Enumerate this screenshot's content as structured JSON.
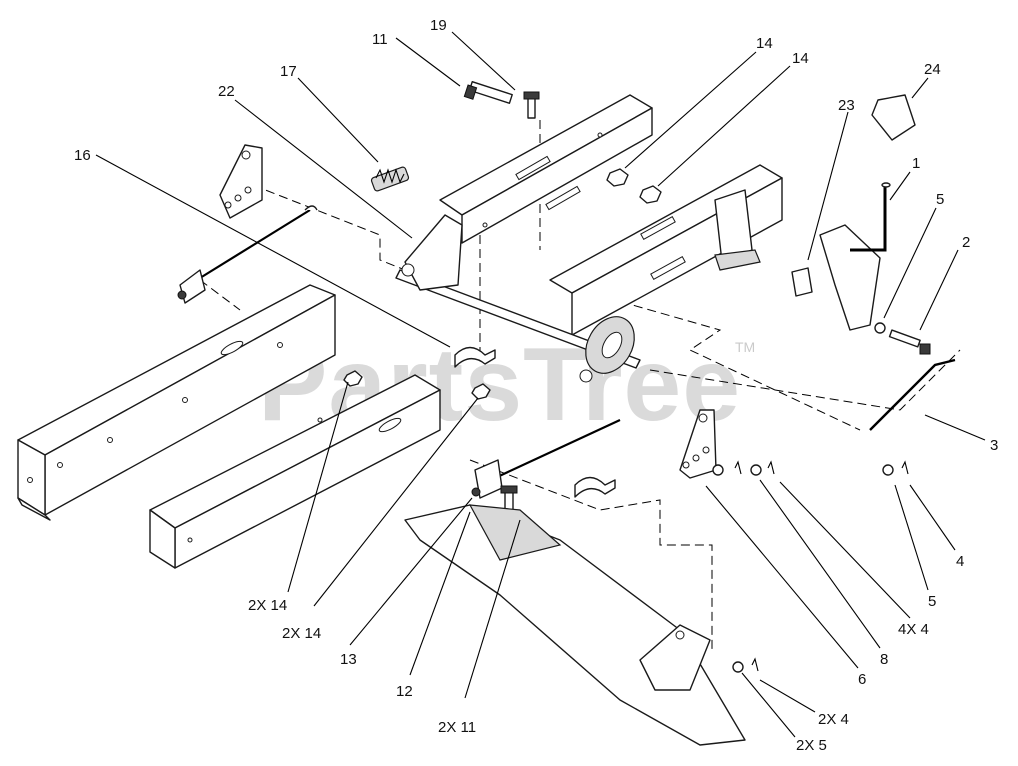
{
  "watermark": {
    "text": "PartsTree",
    "mark": "TM"
  },
  "callouts": [
    {
      "key": "c1",
      "text": "1"
    },
    {
      "key": "c2",
      "text": "2"
    },
    {
      "key": "c3",
      "text": "3"
    },
    {
      "key": "c4",
      "text": "4"
    },
    {
      "key": "c5",
      "text": "5"
    },
    {
      "key": "c5b",
      "text": "5"
    },
    {
      "key": "c6",
      "text": "6"
    },
    {
      "key": "c8",
      "text": "8"
    },
    {
      "key": "c11",
      "text": "11"
    },
    {
      "key": "c12",
      "text": "12"
    },
    {
      "key": "c13",
      "text": "13"
    },
    {
      "key": "c14a",
      "text": "14"
    },
    {
      "key": "c14b",
      "text": "14"
    },
    {
      "key": "c16",
      "text": "16"
    },
    {
      "key": "c17",
      "text": "17"
    },
    {
      "key": "c19",
      "text": "19"
    },
    {
      "key": "c22",
      "text": "22"
    },
    {
      "key": "c23",
      "text": "23"
    },
    {
      "key": "c24",
      "text": "24"
    },
    {
      "key": "c2x14a",
      "text": "2X 14"
    },
    {
      "key": "c2x14b",
      "text": "2X 14"
    },
    {
      "key": "c4x4",
      "text": "4X 4"
    },
    {
      "key": "c2x4",
      "text": "2X 4"
    },
    {
      "key": "c2x5",
      "text": "2X 5"
    },
    {
      "key": "c2x11",
      "text": "2X 11"
    }
  ]
}
